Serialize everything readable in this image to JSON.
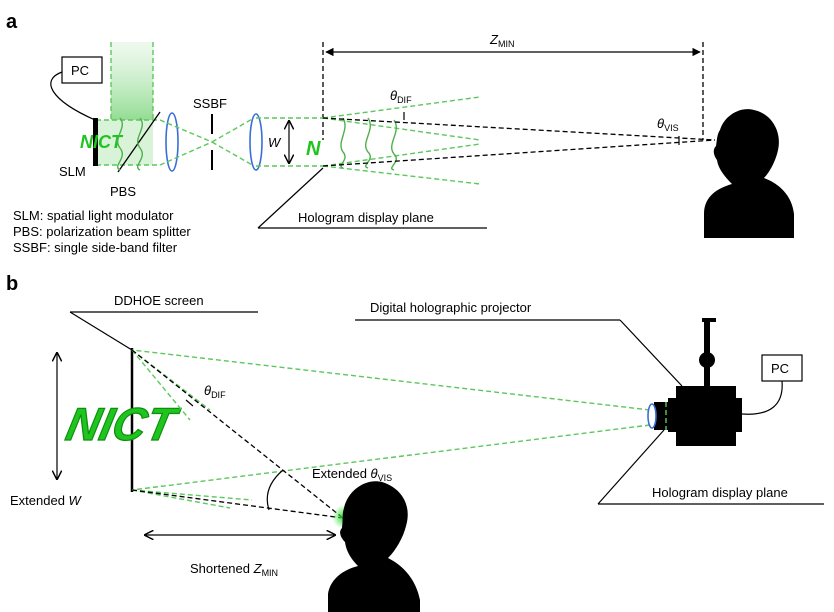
{
  "colors": {
    "beam_green": "#5cc85c",
    "lens_blue": "#3a6ed8",
    "silhouette": "#000000",
    "logo_green": "#1fc41f"
  },
  "panel_a": {
    "letter": "a",
    "pc_label": "PC",
    "slm_label": "SLM",
    "pbs_label": "PBS",
    "ssbf_label": "SSBF",
    "w_label": "W",
    "zmin_main": "Z",
    "zmin_sub": "MIN",
    "theta_dif_main": "θ",
    "theta_dif_sub": "DIF",
    "theta_vis_main": "θ",
    "theta_vis_sub": "VIS",
    "hologram_plane_label": "Hologram display plane",
    "legend": [
      "SLM: spatial light modulator",
      "PBS: polarization beam splitter",
      "SSBF: single side-band filter"
    ]
  },
  "panel_b": {
    "letter": "b",
    "screen_label": "DDHOE screen",
    "projector_label": "Digital holographic projector",
    "pc_label": "PC",
    "theta_dif_main": "θ",
    "theta_dif_sub": "DIF",
    "extended_vis_prefix": "Extended ",
    "theta_vis_main": "θ",
    "theta_vis_sub": "VIS",
    "extended_w_prefix": "Extended ",
    "w_label": "W",
    "shortened_prefix": "Shortened ",
    "zmin_main": "Z",
    "zmin_sub": "MIN",
    "hologram_plane_label": "Hologram display plane"
  }
}
